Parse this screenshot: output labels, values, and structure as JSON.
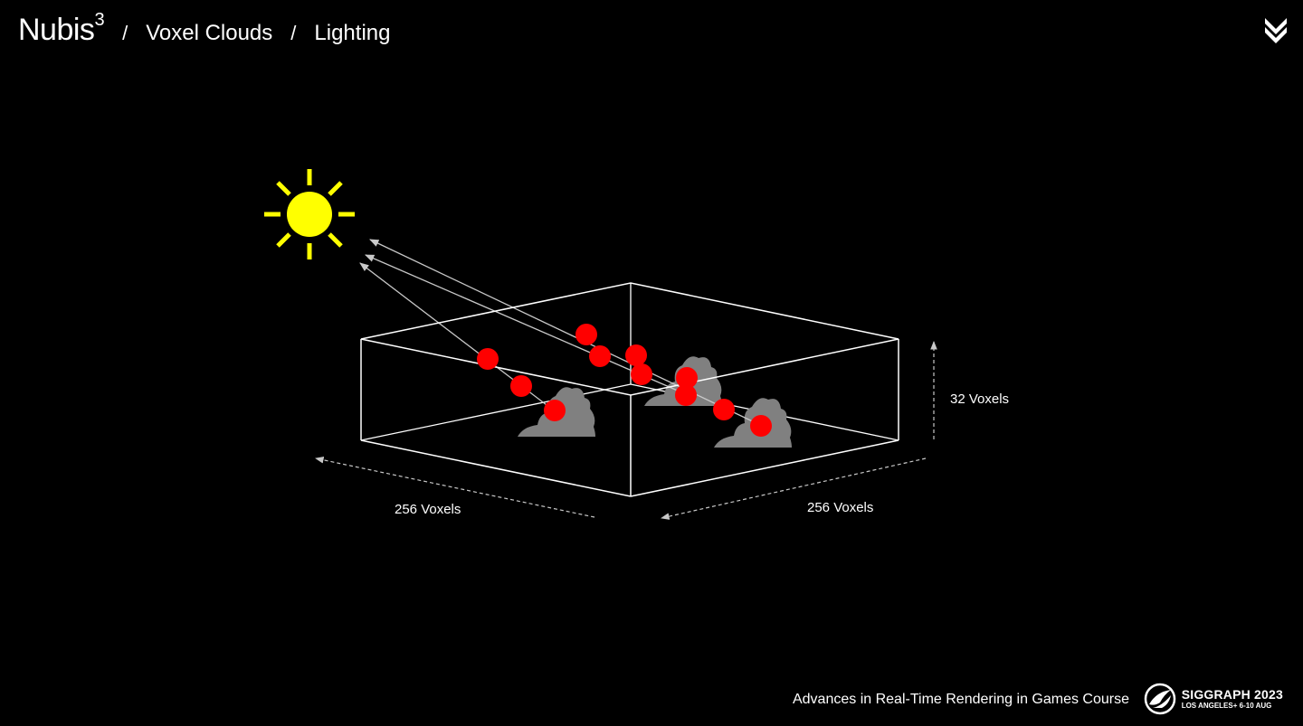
{
  "header": {
    "brand": "Nubis",
    "brand_sup": "3",
    "separator": "/",
    "crumbs": [
      "Voxel Clouds",
      "Lighting"
    ]
  },
  "diagram": {
    "labels": {
      "width": "256 Voxels",
      "depth": "256 Voxels",
      "height": "32 Voxels"
    },
    "colors": {
      "sun": "#ffff00",
      "sample": "#ff0000",
      "cloud": "#808080",
      "box": "#ffffff",
      "ray": "#c8c8c8"
    }
  },
  "footer": {
    "course": "Advances in Real-Time Rendering in Games Course",
    "conference": "SIGGRAPH 2023",
    "location": "LOS ANGELES+",
    "dates": "6-10 AUG"
  }
}
